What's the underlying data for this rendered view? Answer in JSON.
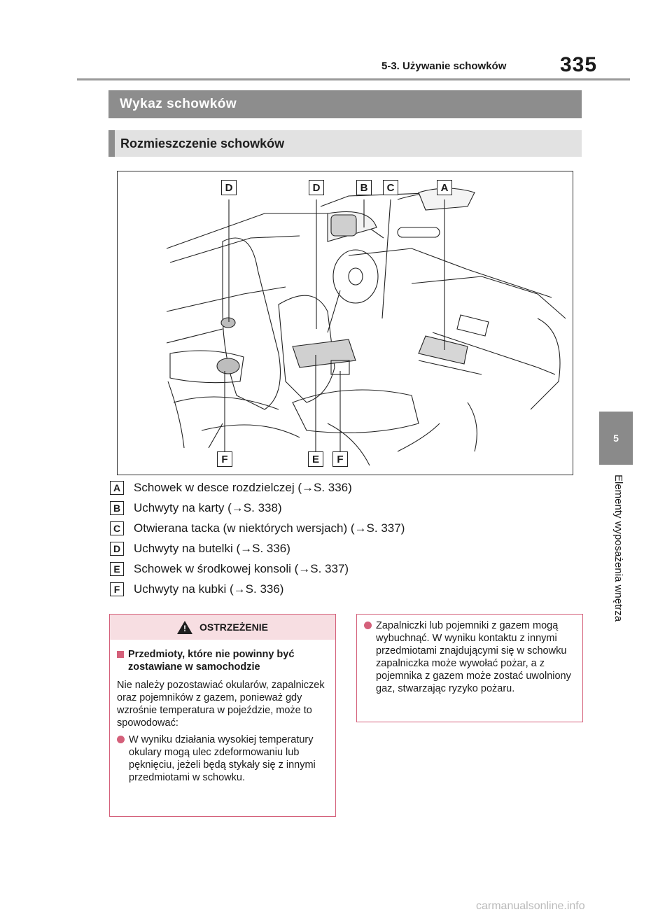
{
  "header": {
    "section": "5-3. Używanie schowków",
    "page_number": "335"
  },
  "side_tab": {
    "chapter_number": "5",
    "chapter_title": "Elementy wyposażenia wnętrza"
  },
  "section_heading": "Wykaz schowków",
  "subsection_heading": "Rozmieszczenie schowków",
  "figure": {
    "callouts_top": [
      "D",
      "D",
      "B",
      "C",
      "A"
    ],
    "callouts_bottom": [
      "F",
      "E",
      "F"
    ]
  },
  "legend": [
    {
      "key": "A",
      "text": "Schowek w desce rozdzielczej (→S. 336)"
    },
    {
      "key": "B",
      "text": "Uchwyty na karty (→S. 338)"
    },
    {
      "key": "C",
      "text": "Otwierana tacka (w niektórych wersjach) (→S. 337)"
    },
    {
      "key": "D",
      "text": "Uchwyty na butelki (→S. 336)"
    },
    {
      "key": "E",
      "text": "Schowek w środkowej konsoli (→S. 337)"
    },
    {
      "key": "F",
      "text": "Uchwyty na kubki (→S. 336)"
    }
  ],
  "warning": {
    "label": "OSTRZEŻENIE",
    "subheading": "Przedmioty, które nie powinny być zostawiane w samochodzie",
    "intro": "Nie należy pozostawiać okularów, zapalniczek oraz pojemników z gazem, ponieważ gdy wzrośnie temperatura w pojeździe, może to spowodować:",
    "bullet1": "W wyniku działania wysokiej temperatury okulary mogą ulec zdeformowaniu lub pęknięciu, jeżeli będą stykały się z innymi przedmiotami w schowku.",
    "bullet2": "Zapalniczki lub pojemniki z gazem mogą wybuchnąć. W wyniku kontaktu z innymi przedmiotami znajdującymi się w schowku zapalniczka może wywołać pożar, a z pojemnika z gazem może zostać uwolniony gaz, stwarzając ryzyko pożaru."
  },
  "watermark": "carmanualsonline.info",
  "colors": {
    "heading_bg": "#8d8d8d",
    "subheading_bg": "#e2e2e2",
    "warning_accent": "#d4607a",
    "warning_head_bg": "#f7dee2"
  }
}
